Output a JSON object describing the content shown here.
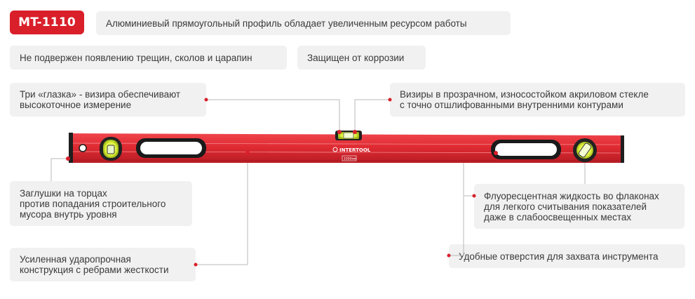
{
  "model": "MT-1110",
  "features": {
    "profile": "Алюминиевый прямоугольный профиль обладает увеличенным ресурсом работы",
    "no_cracks": "Не подвержен появлению трещин, сколов и царапин",
    "corrosion": "Защищен от коррозии",
    "three_eyes": "Три «глазка» - визира обеспечивают\nвысокоточное измерение",
    "acrylic": "Визиры в прозрачном, износостойком акриловом стекле\nс точно отшлифованными внутренними контурами",
    "end_caps": "Заглушки на торцах\nпротив попадания строительного\nмусора внутрь уровня",
    "fluorescent": "Флуоресцентная жидкость во флаконах\nдля легкого считывания показателей\nдаже в слабоосвещенных местах",
    "reinforced": "Усиленная ударопрочная\nконструкция с ребрами жесткости",
    "handles": "Удобные отверстия для захвата инструмента"
  },
  "tool": {
    "brand": "INTERTOOL",
    "length_label": "1000мм"
  },
  "colors": {
    "accent": "#d91f2a",
    "box_bg": "#f1f1f1",
    "text": "#3a3a3a",
    "line": "#b9b9b9"
  }
}
